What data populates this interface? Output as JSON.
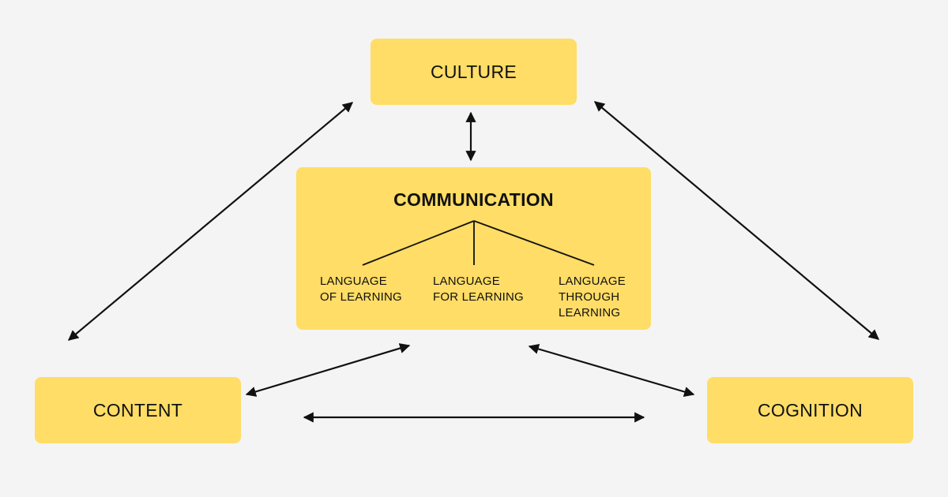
{
  "nodes": {
    "culture": "CULTURE",
    "content": "CONTENT",
    "cognition": "COGNITION",
    "communication": {
      "title": "COMMUNICATION",
      "branches": [
        "LANGUAGE\nOF LEARNING",
        "LANGUAGE\nFOR LEARNING",
        "LANGUAGE\nTHROUGH\nLEARNING"
      ]
    }
  },
  "colors": {
    "background": "#f4f4f4",
    "box_fill": "#ffdd66",
    "line": "#111111"
  }
}
